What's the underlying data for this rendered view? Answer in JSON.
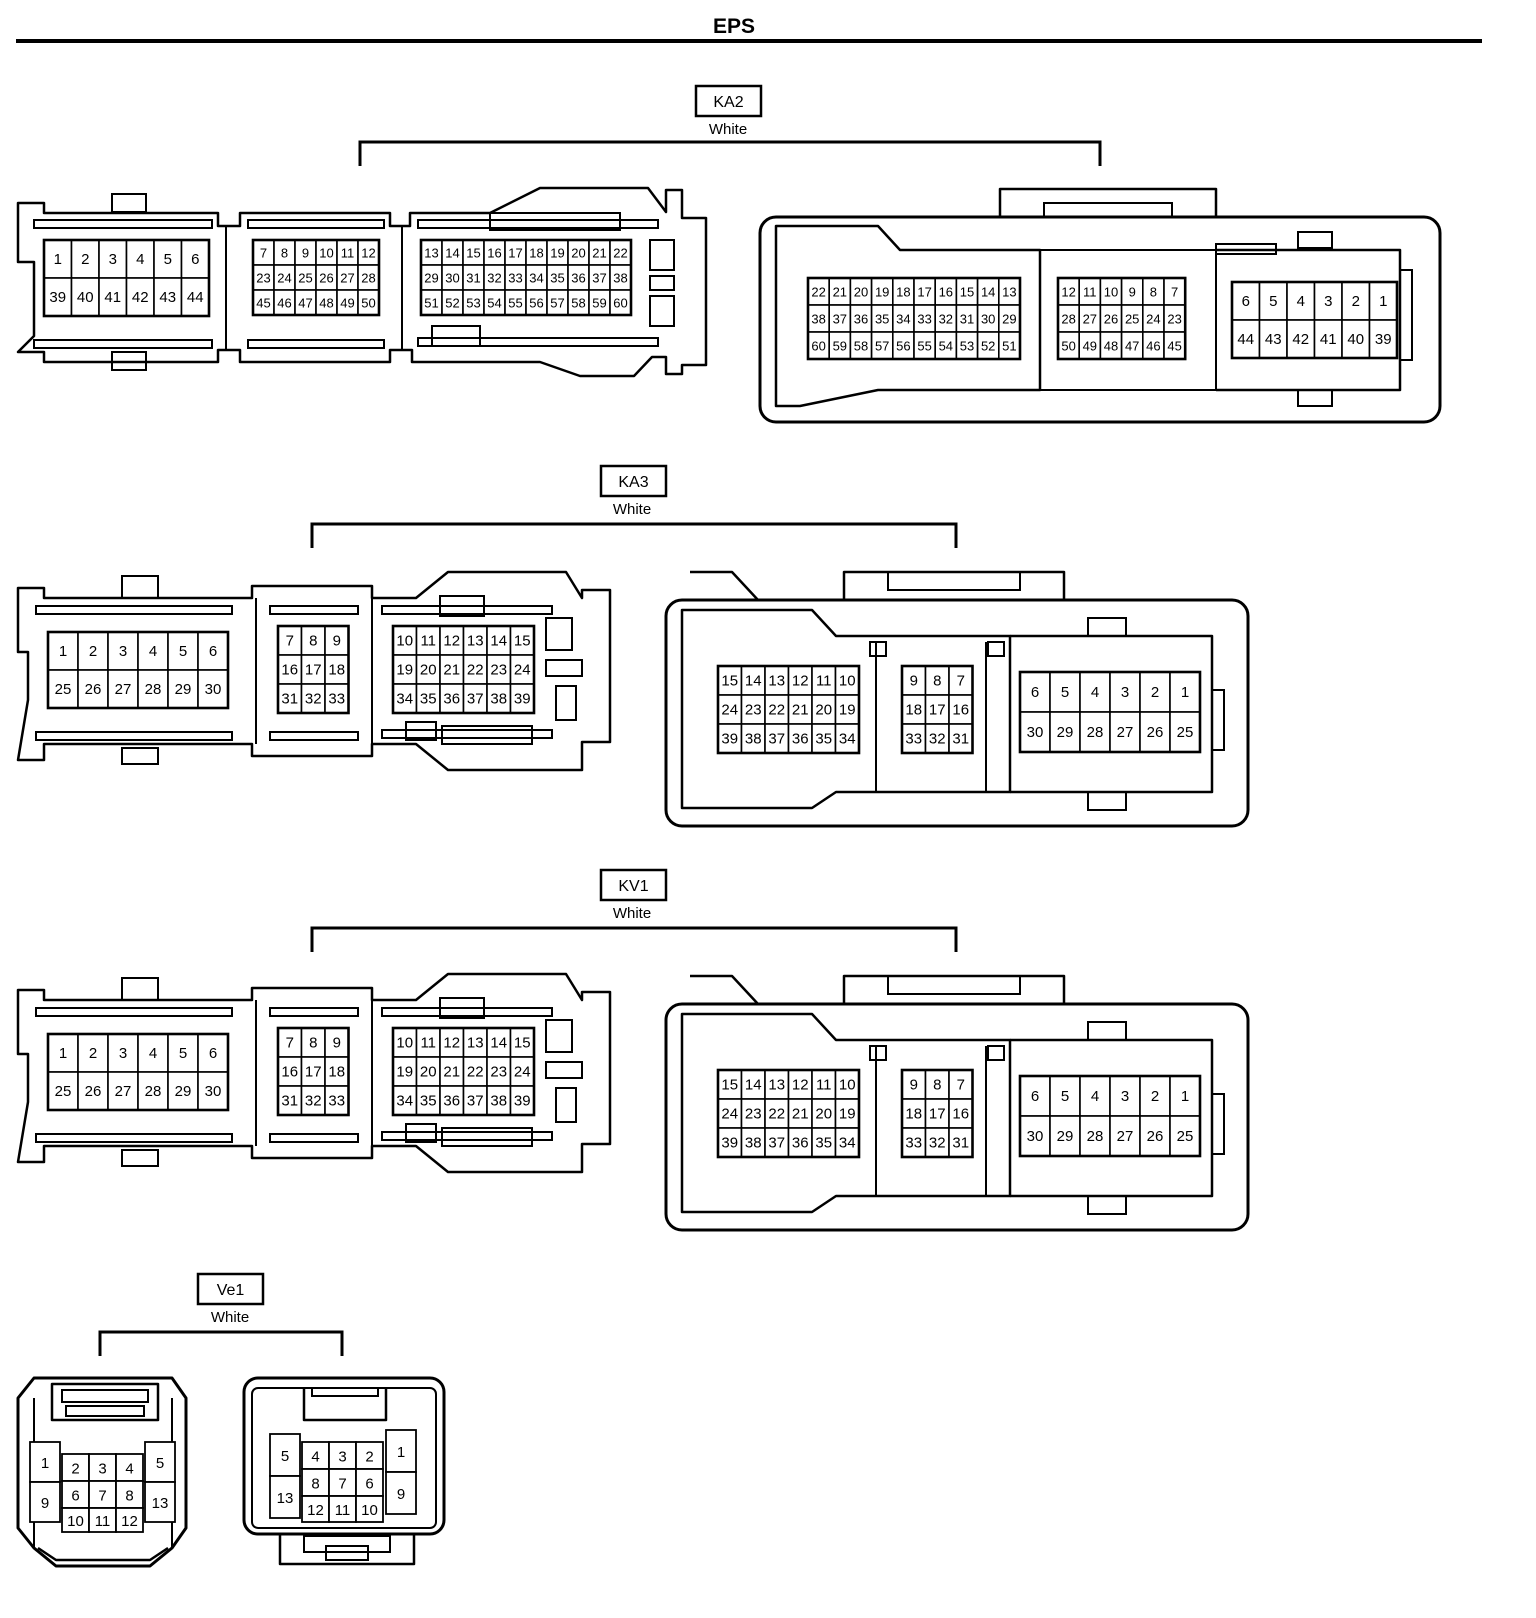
{
  "page_title": "EPS",
  "connectors": [
    {
      "code": "KA2",
      "color": "White",
      "left_rows": [
        [
          [
            "1",
            "2",
            "3",
            "4",
            "5",
            "6"
          ],
          [
            "39",
            "40",
            "41",
            "42",
            "43",
            "44"
          ]
        ],
        [
          [
            "7",
            "8",
            "9",
            "10",
            "11",
            "12"
          ],
          [
            "23",
            "24",
            "25",
            "26",
            "27",
            "28"
          ],
          [
            "45",
            "46",
            "47",
            "48",
            "49",
            "50"
          ]
        ],
        [
          [
            "13",
            "14",
            "15",
            "16",
            "17",
            "18",
            "19",
            "20",
            "21",
            "22"
          ],
          [
            "29",
            "30",
            "31",
            "32",
            "33",
            "34",
            "35",
            "36",
            "37",
            "38"
          ],
          [
            "51",
            "52",
            "53",
            "54",
            "55",
            "56",
            "57",
            "58",
            "59",
            "60"
          ]
        ]
      ],
      "right_rows": [
        [
          [
            "22",
            "21",
            "20",
            "19",
            "18",
            "17",
            "16",
            "15",
            "14",
            "13"
          ],
          [
            "38",
            "37",
            "36",
            "35",
            "34",
            "33",
            "32",
            "31",
            "30",
            "29"
          ],
          [
            "60",
            "59",
            "58",
            "57",
            "56",
            "55",
            "54",
            "53",
            "52",
            "51"
          ]
        ],
        [
          [
            "12",
            "11",
            "10",
            "9",
            "8",
            "7"
          ],
          [
            "28",
            "27",
            "26",
            "25",
            "24",
            "23"
          ],
          [
            "50",
            "49",
            "48",
            "47",
            "46",
            "45"
          ]
        ],
        [
          [
            "6",
            "5",
            "4",
            "3",
            "2",
            "1"
          ],
          [
            "44",
            "43",
            "42",
            "41",
            "40",
            "39"
          ]
        ]
      ]
    },
    {
      "code": "KA3",
      "color": "White",
      "left_rows": [
        [
          [
            "1",
            "2",
            "3",
            "4",
            "5",
            "6"
          ],
          [
            "25",
            "26",
            "27",
            "28",
            "29",
            "30"
          ]
        ],
        [
          [
            "7",
            "8",
            "9"
          ],
          [
            "16",
            "17",
            "18"
          ],
          [
            "31",
            "32",
            "33"
          ]
        ],
        [
          [
            "10",
            "11",
            "12",
            "13",
            "14",
            "15"
          ],
          [
            "19",
            "20",
            "21",
            "22",
            "23",
            "24"
          ],
          [
            "34",
            "35",
            "36",
            "37",
            "38",
            "39"
          ]
        ]
      ],
      "right_rows": [
        [
          [
            "15",
            "14",
            "13",
            "12",
            "11",
            "10"
          ],
          [
            "24",
            "23",
            "22",
            "21",
            "20",
            "19"
          ],
          [
            "39",
            "38",
            "37",
            "36",
            "35",
            "34"
          ]
        ],
        [
          [
            "9",
            "8",
            "7"
          ],
          [
            "18",
            "17",
            "16"
          ],
          [
            "33",
            "32",
            "31"
          ]
        ],
        [
          [
            "6",
            "5",
            "4",
            "3",
            "2",
            "1"
          ],
          [
            "30",
            "29",
            "28",
            "27",
            "26",
            "25"
          ]
        ]
      ]
    },
    {
      "code": "KV1",
      "color": "White",
      "left_rows": [
        [
          [
            "1",
            "2",
            "3",
            "4",
            "5",
            "6"
          ],
          [
            "25",
            "26",
            "27",
            "28",
            "29",
            "30"
          ]
        ],
        [
          [
            "7",
            "8",
            "9"
          ],
          [
            "16",
            "17",
            "18"
          ],
          [
            "31",
            "32",
            "33"
          ]
        ],
        [
          [
            "10",
            "11",
            "12",
            "13",
            "14",
            "15"
          ],
          [
            "19",
            "20",
            "21",
            "22",
            "23",
            "24"
          ],
          [
            "34",
            "35",
            "36",
            "37",
            "38",
            "39"
          ]
        ]
      ],
      "right_rows": [
        [
          [
            "15",
            "14",
            "13",
            "12",
            "11",
            "10"
          ],
          [
            "24",
            "23",
            "22",
            "21",
            "20",
            "19"
          ],
          [
            "39",
            "38",
            "37",
            "36",
            "35",
            "34"
          ]
        ],
        [
          [
            "9",
            "8",
            "7"
          ],
          [
            "18",
            "17",
            "16"
          ],
          [
            "33",
            "32",
            "31"
          ]
        ],
        [
          [
            "6",
            "5",
            "4",
            "3",
            "2",
            "1"
          ],
          [
            "30",
            "29",
            "28",
            "27",
            "26",
            "25"
          ]
        ]
      ]
    },
    {
      "code": "Ve1",
      "color": "White",
      "left_pins": [
        "1",
        "9",
        "2",
        "3",
        "4",
        "6",
        "7",
        "8",
        "10",
        "11",
        "12",
        "5",
        "13"
      ],
      "right_pins": [
        "5",
        "13",
        "4",
        "3",
        "2",
        "8",
        "7",
        "6",
        "12",
        "11",
        "10",
        "1",
        "9"
      ]
    }
  ]
}
